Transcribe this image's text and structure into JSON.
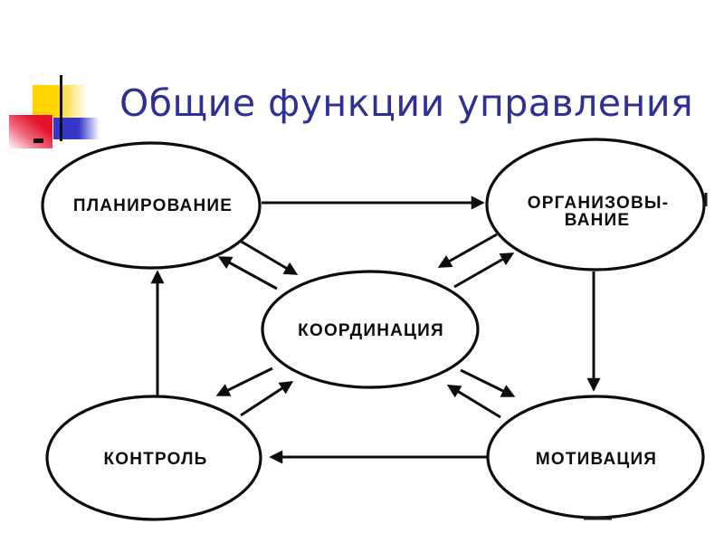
{
  "slide": {
    "title": "Общие функции управления"
  },
  "palette": {
    "title_color": "#2f3093",
    "diagram_ink": "#0d0d0d",
    "decoration_yellow": "#ffd400",
    "decoration_red": "#e6122c",
    "decoration_blue": "#3636ca",
    "background": "#ffffff"
  },
  "diagram": {
    "nodes": [
      {
        "id": "planning",
        "label": "ПЛАНИРОВАНИЕ"
      },
      {
        "id": "organizing",
        "label": "ОРГАНИЗОВЫВАНИЕ",
        "lines": [
          "ОРГАНИЗОВЫ-",
          "ВАНИЕ"
        ]
      },
      {
        "id": "coordination",
        "label": "КООРДИНАЦИЯ"
      },
      {
        "id": "control",
        "label": "КОНТРОЛЬ"
      },
      {
        "id": "motivation",
        "label": "МОТИВАЦИЯ"
      }
    ],
    "edges": [
      {
        "from": "planning",
        "to": "organizing",
        "style": "one-way"
      },
      {
        "from": "organizing",
        "to": "motivation",
        "style": "one-way"
      },
      {
        "from": "motivation",
        "to": "control",
        "style": "one-way"
      },
      {
        "from": "control",
        "to": "planning",
        "style": "one-way"
      },
      {
        "from": "planning",
        "to": "coordination",
        "style": "two-way"
      },
      {
        "from": "organizing",
        "to": "coordination",
        "style": "two-way"
      },
      {
        "from": "control",
        "to": "coordination",
        "style": "two-way"
      },
      {
        "from": "motivation",
        "to": "coordination",
        "style": "two-way"
      }
    ]
  }
}
